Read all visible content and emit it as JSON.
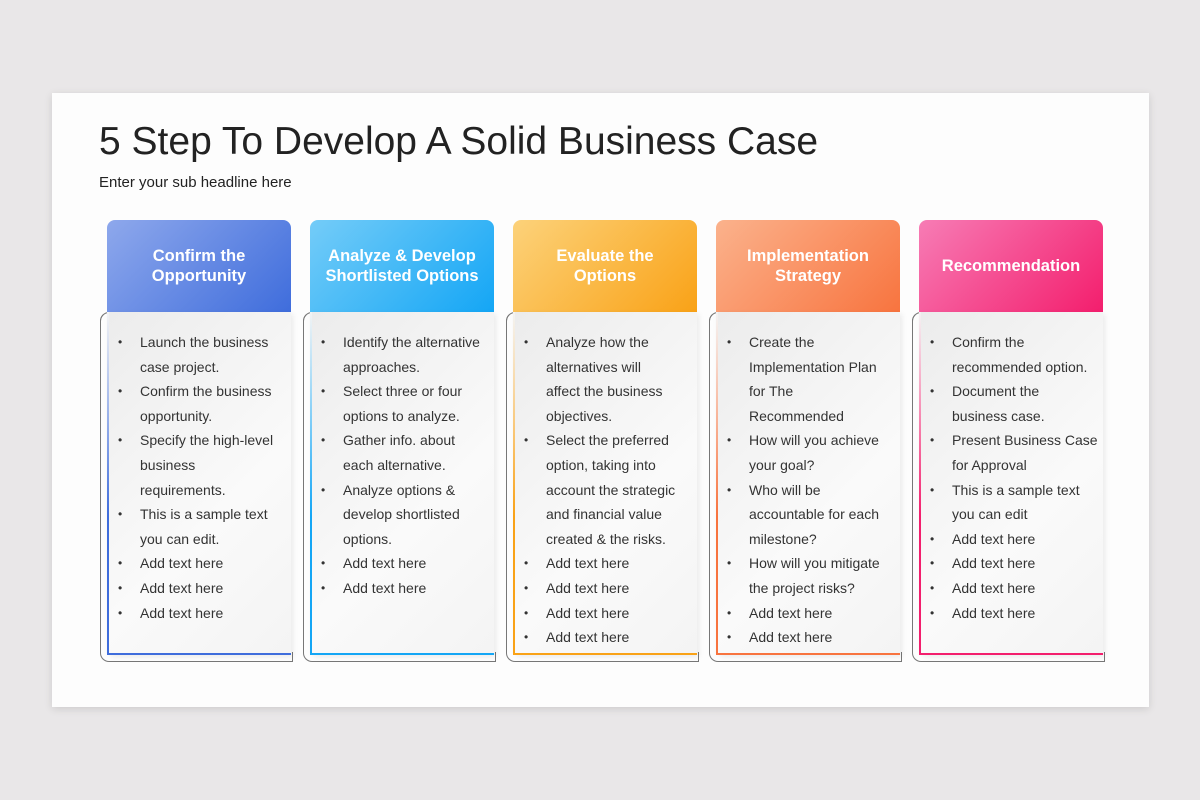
{
  "title": "5 Step To Develop A Solid Business Case",
  "subtitle": "Enter your sub headline here",
  "cards": [
    {
      "heading": "Confirm the\nOpportunity",
      "colors": [
        "#8ea8ec",
        "#3f6ddc"
      ],
      "items": [
        "Launch the business\ncase project.",
        "Confirm the business\nopportunity.",
        "Specify the high-level\nbusiness\nrequirements.",
        "This is a sample text\nyou can edit.",
        "Add text here",
        "Add text here",
        "Add text here"
      ]
    },
    {
      "heading": "Analyze & Develop\nShortlisted Options",
      "colors": [
        "#74ccf8",
        "#14a6f5"
      ],
      "items": [
        "Identify the alternative\napproaches.",
        "Select three or four\noptions to analyze.",
        "Gather info. about\neach alternative.",
        "Analyze options &\ndevelop shortlisted\noptions.",
        "Add text here",
        "Add text here"
      ]
    },
    {
      "heading": "Evaluate the\nOptions",
      "colors": [
        "#fcd27a",
        "#f9a217"
      ],
      "items": [
        "Analyze how the\nalternatives will\naffect the business\nobjectives.",
        "Select the preferred\noption, taking into\naccount the strategic\nand financial value\ncreated & the risks.",
        "Add text here",
        "Add text here",
        "Add text here",
        "Add text here"
      ]
    },
    {
      "heading": "Implementation\nStrategy",
      "colors": [
        "#fbb28c",
        "#f8743f"
      ],
      "items": [
        "Create the\nImplementation Plan\nfor The\nRecommended",
        "How will you achieve\nyour goal?",
        "Who will be\naccountable for each\nmilestone?",
        "How will you mitigate\nthe project risks?",
        "Add text here",
        "Add text here"
      ]
    },
    {
      "heading": "Recommendation",
      "colors": [
        "#f77cb5",
        "#f31e6d"
      ],
      "items": [
        "Confirm the\nrecommended option.",
        "Document the\nbusiness case.",
        "Present Business Case\nfor Approval",
        "This is a sample text\nyou can edit",
        "Add text here",
        "Add text here",
        "Add text here",
        "Add text here"
      ]
    }
  ]
}
